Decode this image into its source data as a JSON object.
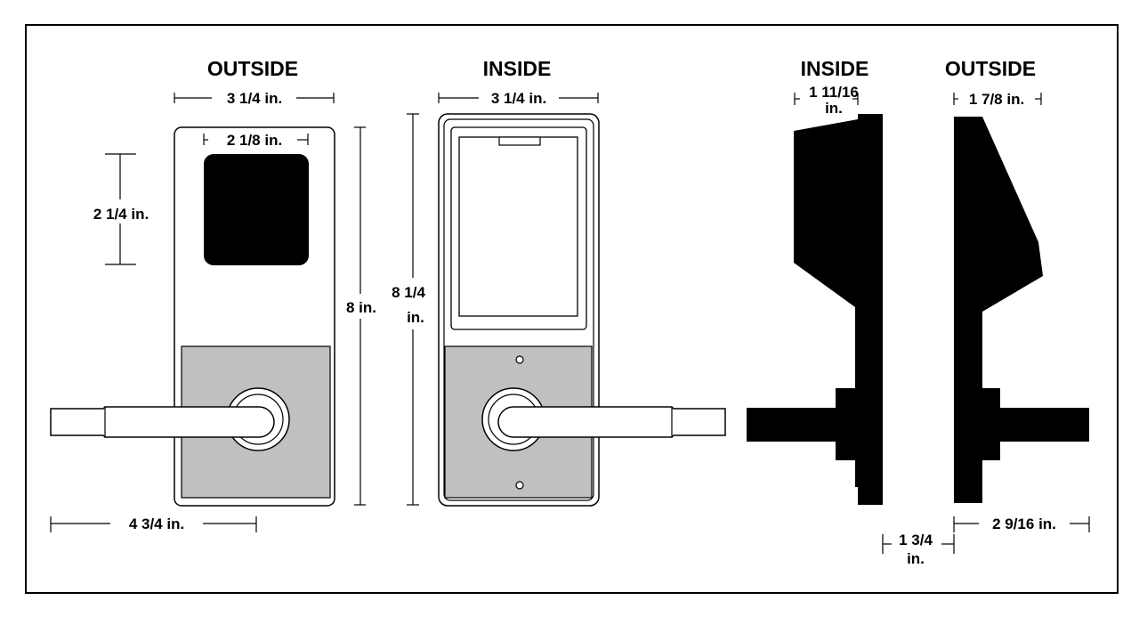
{
  "titles": {
    "outside_front": "OUTSIDE",
    "inside_front": "INSIDE",
    "inside_side": "INSIDE",
    "outside_side": "OUTSIDE"
  },
  "dimensions": {
    "outside_width": "3 1/4 in.",
    "display_width": "2 1/8 in.",
    "display_height": "2 1/4 in.",
    "outside_height": "8 in.",
    "lever_reach": "4 3/4 in.",
    "inside_width": "3 1/4 in.",
    "inside_height_line1": "8 1/4",
    "inside_height_line2": "in.",
    "inside_depth_line1": "1 11/16",
    "inside_depth_line2": "in.",
    "outside_depth": "1 7/8 in.",
    "door_thickness_line1": "1 3/4",
    "door_thickness_line2": "in.",
    "outside_lever_projection": "2 9/16 in."
  },
  "colors": {
    "plate_fill": "#c0c0c0",
    "outline": "#000000",
    "background": "#ffffff"
  }
}
